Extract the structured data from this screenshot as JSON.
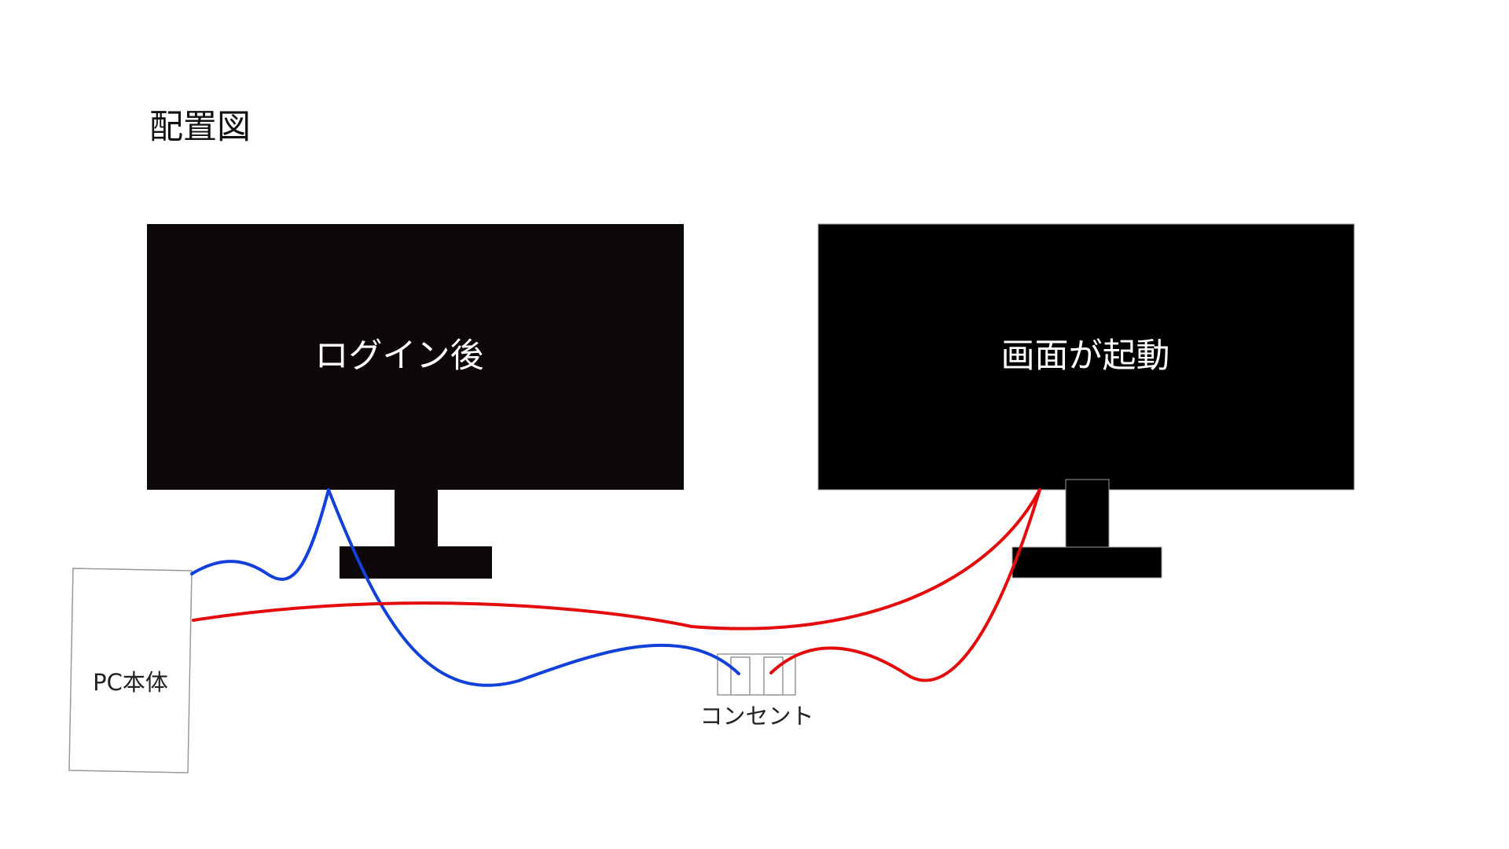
{
  "title": "配置図",
  "monitors": {
    "left": {
      "screen_text": "ログイン後"
    },
    "right": {
      "screen_text": "画面が起動"
    }
  },
  "pc": {
    "label": "PC本体"
  },
  "outlet": {
    "label": "コンセント"
  },
  "colors": {
    "monitor": "#0d0807",
    "blue_cable": "#1240d8",
    "red_cable": "#e30b0b",
    "outline": "#999999"
  }
}
